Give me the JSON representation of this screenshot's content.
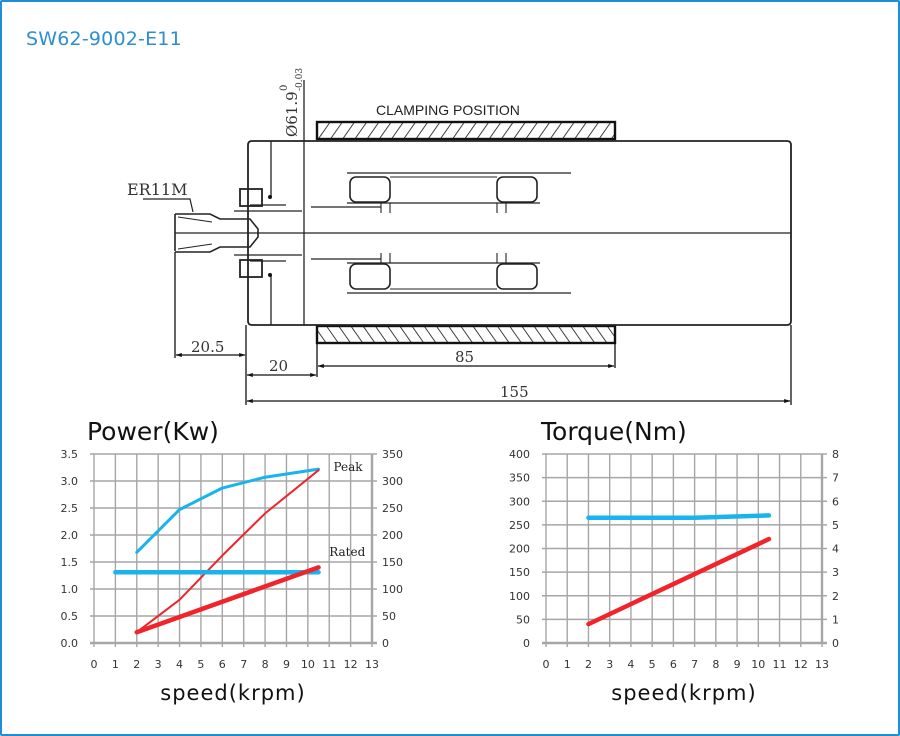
{
  "doc": {
    "title": "SW62-9002-E11",
    "accent_color": "#2c8fd2",
    "frame_color": "#1e8fd6"
  },
  "drawing": {
    "collet_label": "ER11M",
    "diameter_label": "Ø61.9",
    "tolerance_upper": "0",
    "tolerance_lower": "-0.03",
    "clamping_label": "CLAMPING POSITION",
    "dimensions": {
      "nose": "20.5",
      "front": "20",
      "clamp": "85",
      "overall": "155"
    }
  },
  "chart_data": [
    {
      "type": "line",
      "title": "Power(Kw)",
      "xlabel": "speed(krpm)",
      "ylabel": "",
      "y2label": "",
      "xlim": [
        0,
        13
      ],
      "ylim": [
        0,
        3.5
      ],
      "y2lim": [
        0,
        350
      ],
      "x_ticks": [
        "0",
        "1",
        "2",
        "3",
        "4",
        "5",
        "6",
        "7",
        "8",
        "9",
        "10",
        "11",
        "12",
        "13"
      ],
      "y_ticks": [
        "0.0",
        "0.5",
        "1.0",
        "1.5",
        "2.0",
        "2.5",
        "3.0",
        "3.5"
      ],
      "y2_ticks": [
        "0",
        "50",
        "100",
        "150",
        "200",
        "250",
        "300",
        "350"
      ],
      "grid": true,
      "annotations": [
        {
          "text": "Peak",
          "x": 11.2,
          "y": 3.22
        },
        {
          "text": "Rated",
          "x": 11.0,
          "y": 1.65
        }
      ],
      "series": [
        {
          "name": "Peak power",
          "color": "#19b3ee",
          "width": "normal",
          "x": [
            2,
            4,
            6,
            8,
            10.5
          ],
          "y": [
            1.68,
            2.47,
            2.87,
            3.07,
            3.22
          ]
        },
        {
          "name": "Peak torque",
          "color": "#f0242a",
          "width": "thin",
          "x": [
            2,
            4,
            6,
            8,
            10.5
          ],
          "y": [
            0.2,
            0.8,
            1.62,
            2.4,
            3.2
          ]
        },
        {
          "name": "Rated power",
          "color": "#19b3ee",
          "width": "thick",
          "x": [
            1,
            10.5
          ],
          "y": [
            1.31,
            1.31
          ]
        },
        {
          "name": "Rated torque",
          "color": "#f0242a",
          "width": "thick",
          "x": [
            2,
            10.5
          ],
          "y": [
            0.2,
            1.4
          ]
        }
      ]
    },
    {
      "type": "line",
      "title": "Torque(Nm)",
      "xlabel": "speed(krpm)",
      "ylabel": "",
      "y2label": "",
      "xlim": [
        0,
        13
      ],
      "ylim": [
        0,
        400
      ],
      "y2lim": [
        0,
        8
      ],
      "x_ticks": [
        "0",
        "1",
        "2",
        "3",
        "4",
        "5",
        "6",
        "7",
        "8",
        "9",
        "10",
        "11",
        "12",
        "13"
      ],
      "y_ticks": [
        "0",
        "50",
        "100",
        "150",
        "200",
        "250",
        "300",
        "350",
        "400"
      ],
      "y2_ticks": [
        "0",
        "1",
        "2",
        "3",
        "4",
        "5",
        "6",
        "7",
        "8"
      ],
      "grid": true,
      "annotations": [],
      "series": [
        {
          "name": "Blue curve",
          "color": "#19b3ee",
          "width": "thick",
          "x": [
            2,
            7,
            10.5
          ],
          "y": [
            265,
            265,
            270
          ]
        },
        {
          "name": "Red curve",
          "color": "#f0242a",
          "width": "thick",
          "x": [
            2,
            10.5
          ],
          "y": [
            40,
            220
          ]
        }
      ]
    }
  ]
}
